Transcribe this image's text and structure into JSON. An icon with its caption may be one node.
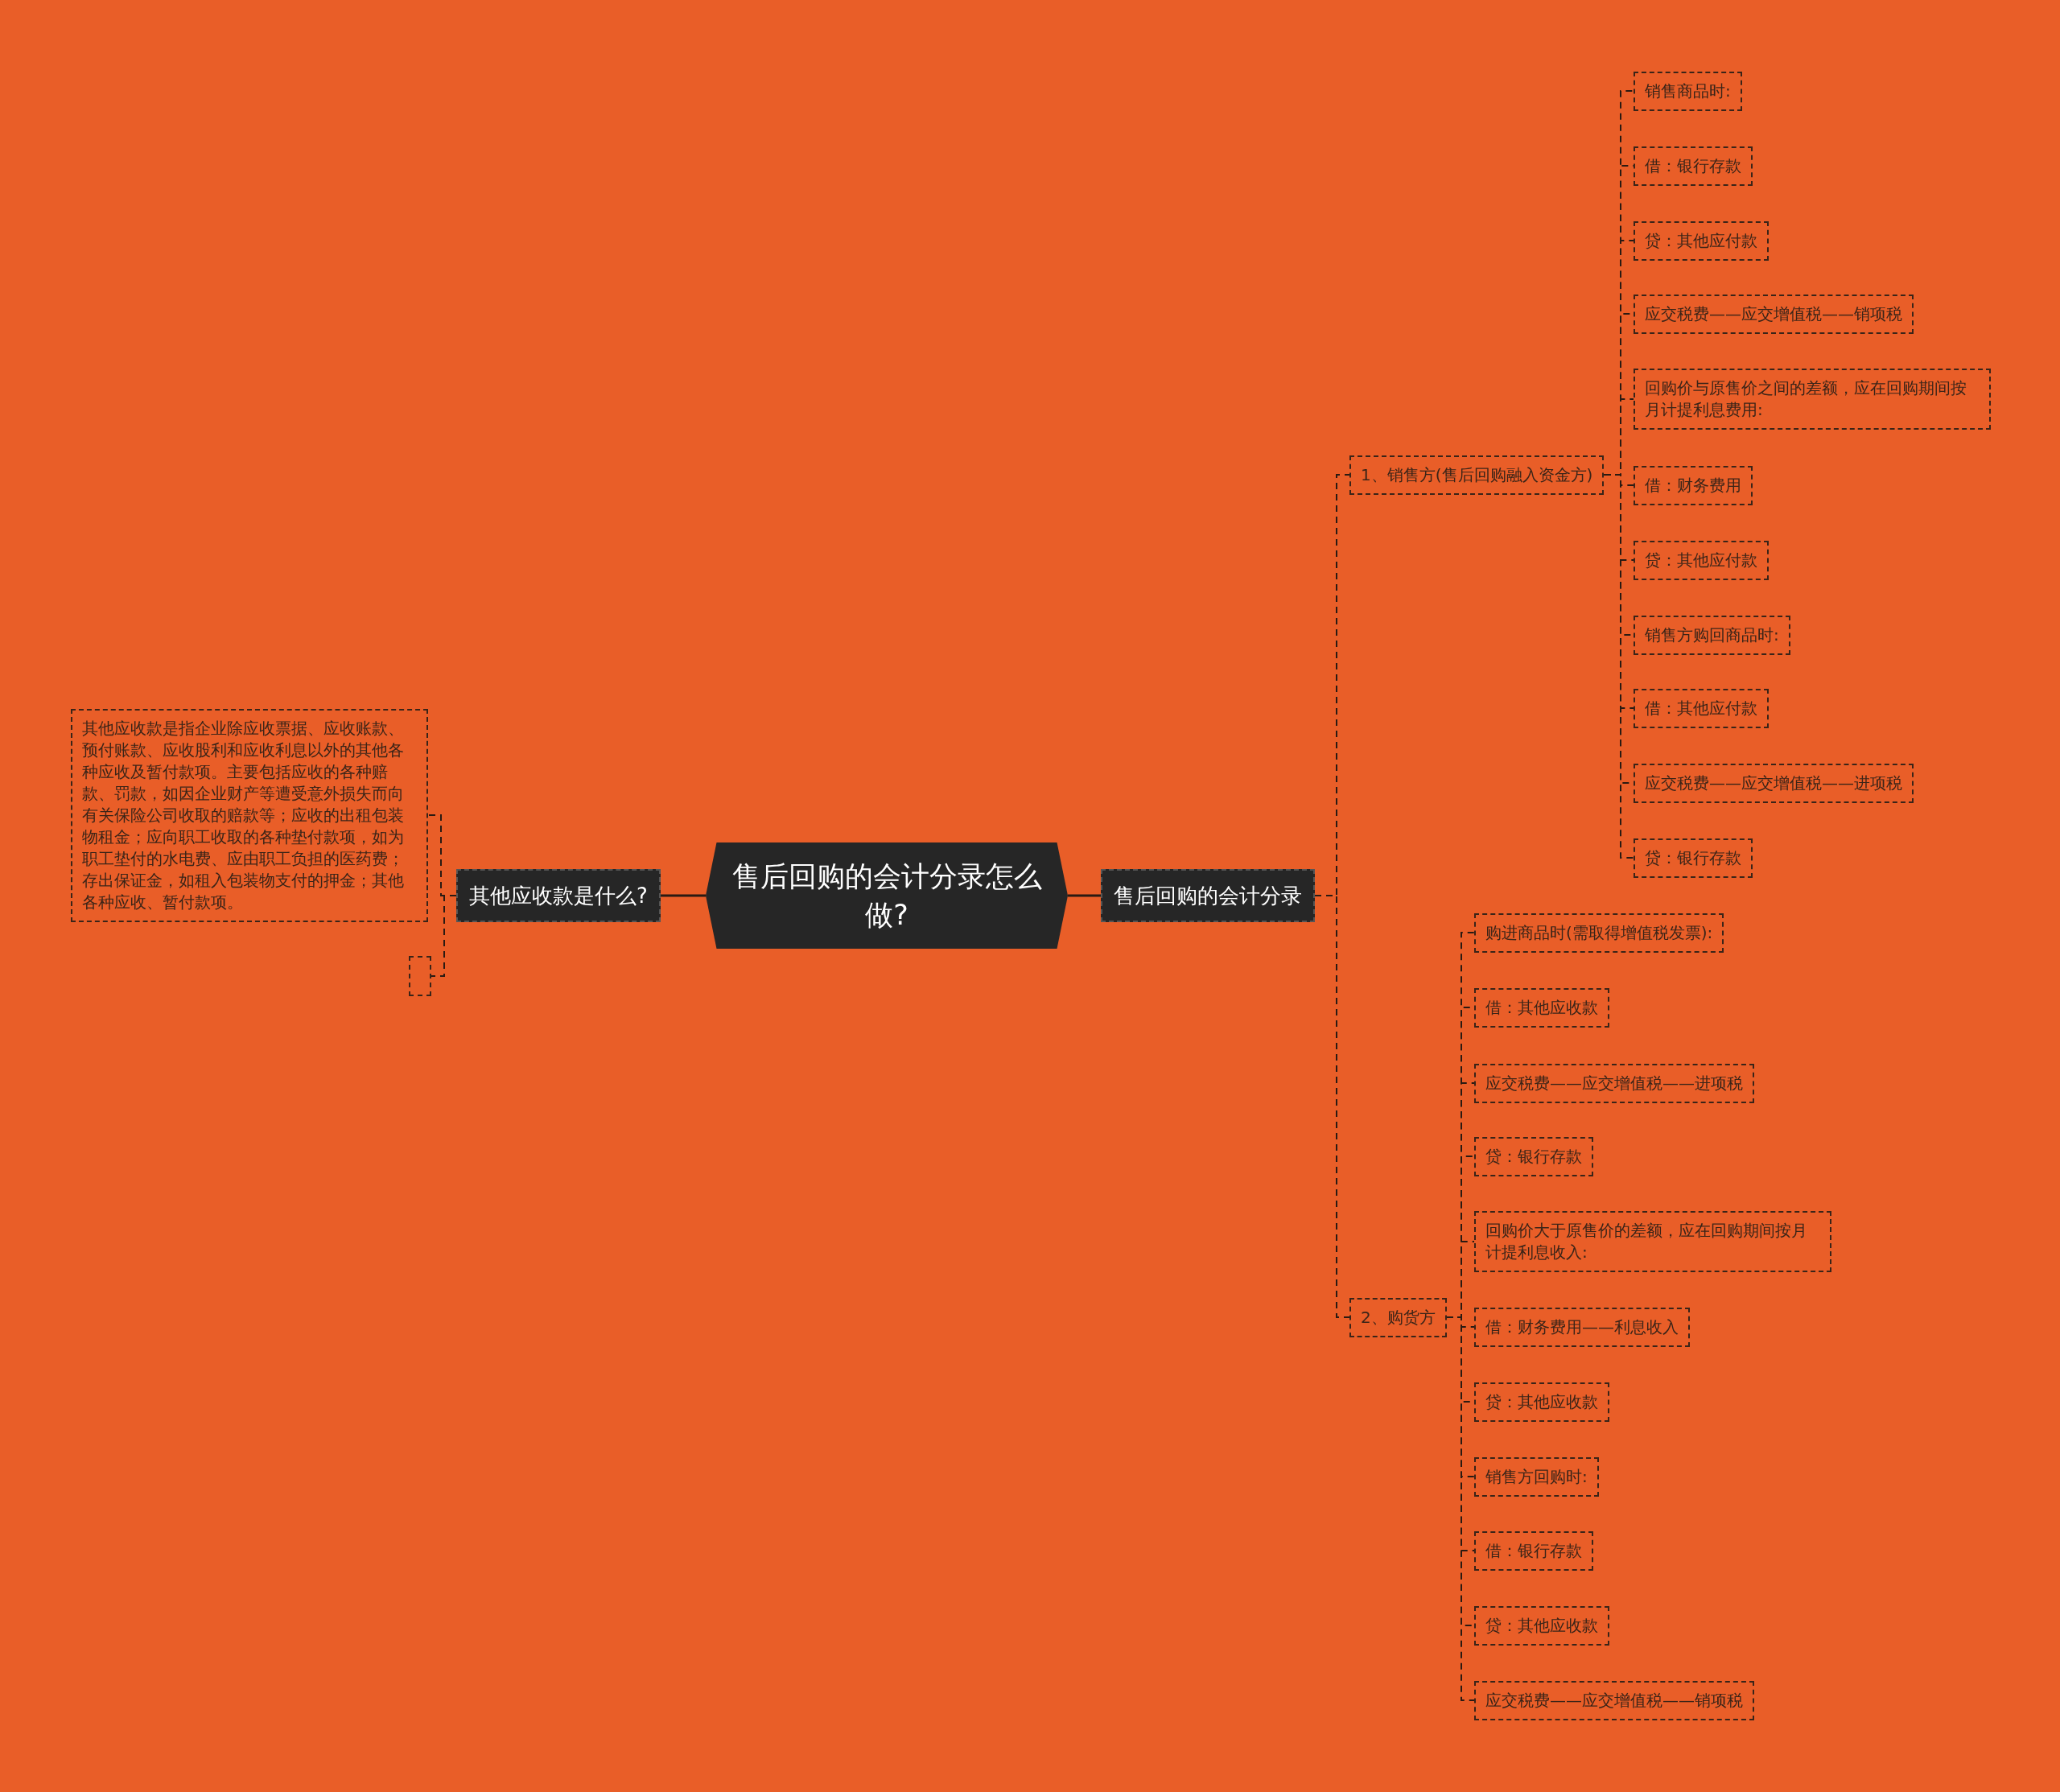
{
  "diagram": {
    "nodes": [
      {
        "text": [
          "售后回购的会计分录怎么做?"
        ]
      },
      {
        "text": [
          "其他应收款是什么?"
        ]
      },
      {
        "text": [
          "其他应收款是指企业除应收票据、应收账款、预付账款、应收股利和应收利息以外的其他各种应收及暂付款项。主要包括应收的各种赔款、罚款，如因企业财产等遭受意外损失而向有关保险公司收取的赔款等；应收的出租包装物租金；应向职工收取的各种垫付款项，如为职工垫付的水电费、应由职工负担的医药费；存出保证金，如租入包装物支付的押金；其他各种应收、暂付款项。"
        ]
      },
      {
        "text": [],
        "shape": "box"
      },
      {
        "text": [
          "售后回购的会计分录"
        ]
      },
      {
        "text": [
          "1、销售方(售后回购融入资金方)"
        ]
      },
      {
        "text": [
          "销售商品时:"
        ]
      },
      {
        "text": [
          "借：银行存款"
        ]
      },
      {
        "text": [
          "贷：其他应付款"
        ]
      },
      {
        "text": [
          "应交税费——应交增值税——销项税"
        ]
      },
      {
        "text": [
          "回购价与原售价之间的差额，应在回购期间按月计提利息费用:"
        ]
      },
      {
        "text": [
          "借：财务费用"
        ]
      },
      {
        "text": [
          "贷：其他应付款"
        ]
      },
      {
        "text": [
          "销售方购回商品时:"
        ]
      },
      {
        "text": [
          "借：其他应付款"
        ]
      },
      {
        "text": [
          "应交税费——应交增值税——进项税"
        ]
      },
      {
        "text": [
          "贷：银行存款"
        ]
      },
      {
        "text": [
          "2、购货方"
        ]
      },
      {
        "text": [
          "购进商品时(需取得增值税发票):"
        ]
      },
      {
        "text": [
          "借：其他应收款"
        ]
      },
      {
        "text": [
          "应交税费——应交增值税——进项税"
        ]
      },
      {
        "text": [
          "贷：银行存款"
        ]
      },
      {
        "text": [
          "回购价大于原售价的差额，应在回购期间按月计提利息收入:"
        ]
      },
      {
        "text": [
          "借：财务费用——利息收入"
        ]
      },
      {
        "text": [
          "贷：其他应收款"
        ]
      },
      {
        "text": [
          "销售方回购时:"
        ]
      },
      {
        "text": [
          "借：银行存款"
        ]
      },
      {
        "text": [
          "贷：其他应收款"
        ]
      },
      {
        "text": [
          "应交税费——应交增值税——销项税"
        ]
      }
    ],
    "edges": [
      {
        "from": 0,
        "to": 1,
        "arrow": "none"
      },
      {
        "from": 1,
        "to": 2,
        "arrow": "none",
        "style": "dashed"
      },
      {
        "from": 1,
        "to": 3,
        "arrow": "none",
        "style": "dashed"
      },
      {
        "from": 0,
        "to": 4,
        "arrow": "none"
      },
      {
        "from": 4,
        "to": 5,
        "arrow": "none",
        "style": "dashed"
      },
      {
        "from": 5,
        "to": 6,
        "arrow": "none",
        "style": "dashed"
      },
      {
        "from": 5,
        "to": 7,
        "arrow": "none",
        "style": "dashed"
      },
      {
        "from": 5,
        "to": 8,
        "arrow": "none",
        "style": "dashed"
      },
      {
        "from": 5,
        "to": 9,
        "arrow": "none",
        "style": "dashed"
      },
      {
        "from": 5,
        "to": 10,
        "arrow": "none",
        "style": "dashed"
      },
      {
        "from": 5,
        "to": 11,
        "arrow": "none",
        "style": "dashed"
      },
      {
        "from": 5,
        "to": 12,
        "arrow": "none",
        "style": "dashed"
      },
      {
        "from": 5,
        "to": 13,
        "arrow": "none",
        "style": "dashed"
      },
      {
        "from": 5,
        "to": 14,
        "arrow": "none",
        "style": "dashed"
      },
      {
        "from": 5,
        "to": 15,
        "arrow": "none",
        "style": "dashed"
      },
      {
        "from": 5,
        "to": 16,
        "arrow": "none",
        "style": "dashed"
      },
      {
        "from": 4,
        "to": 17,
        "arrow": "none",
        "style": "dashed"
      },
      {
        "from": 17,
        "to": 18,
        "arrow": "none",
        "style": "dashed"
      },
      {
        "from": 17,
        "to": 19,
        "arrow": "none",
        "style": "dashed"
      },
      {
        "from": 17,
        "to": 20,
        "arrow": "none",
        "style": "dashed"
      },
      {
        "from": 17,
        "to": 21,
        "arrow": "none",
        "style": "dashed"
      },
      {
        "from": 17,
        "to": 22,
        "arrow": "none",
        "style": "dashed"
      },
      {
        "from": 17,
        "to": 23,
        "arrow": "none",
        "style": "dashed"
      },
      {
        "from": 17,
        "to": 24,
        "arrow": "none",
        "style": "dashed"
      },
      {
        "from": 17,
        "to": 25,
        "arrow": "none",
        "style": "dashed"
      },
      {
        "from": 17,
        "to": 26,
        "arrow": "none",
        "style": "dashed"
      },
      {
        "from": 17,
        "to": 27,
        "arrow": "none",
        "style": "dashed"
      },
      {
        "from": 17,
        "to": 28,
        "arrow": "none",
        "style": "dashed"
      }
    ]
  }
}
